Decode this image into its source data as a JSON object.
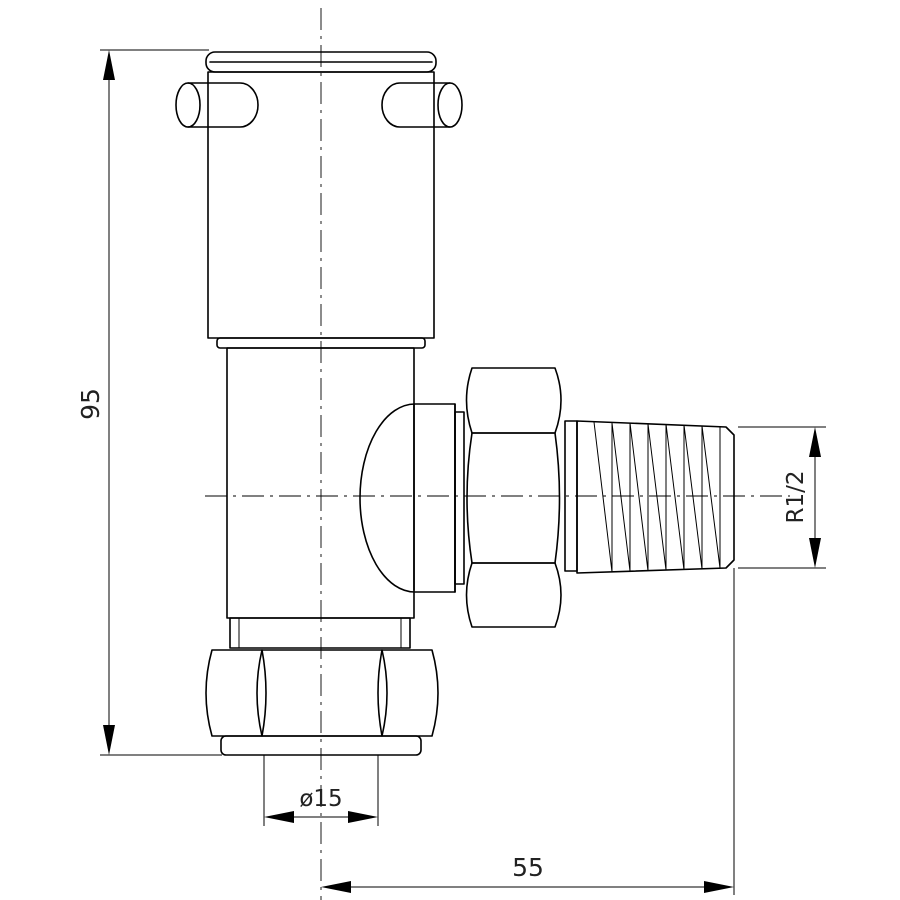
{
  "dimensions": {
    "height": "95",
    "outlet_diameter": "ø15",
    "inlet_offset": "55",
    "thread": "R1/2"
  }
}
